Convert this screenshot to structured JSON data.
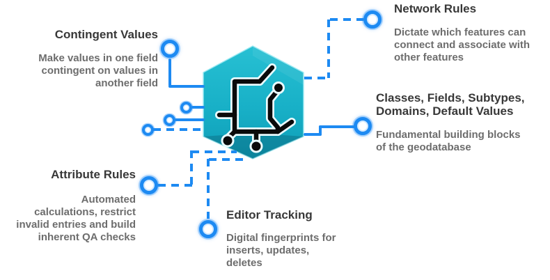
{
  "diagram_title": "Geodatabase capabilities diagram",
  "colors": {
    "accent_blue": "#1d8af2",
    "hexagon_teal_top": "#24bed2",
    "hexagon_teal_bottom": "#0e9db6",
    "hexagon_facet_shadow": "#0d91a9",
    "glyph_black": "#0a0a0a",
    "heading_text": "#383838",
    "body_text": "#6d6d6d"
  },
  "center_icon": "geodatabase-hexagon-icon",
  "callouts": [
    {
      "id": "network-rules",
      "title": "Network Rules",
      "body": "Dictate which features can\nconnect and associate with\nother features"
    },
    {
      "id": "contingent-values",
      "title": "Contingent Values",
      "body": "Make values in one field\ncontingent on values in\nanother field"
    },
    {
      "id": "classes-fields-subtypes",
      "title": "Classes, Fields, Subtypes,\nDomains, Default Values",
      "body": "Fundamental building blocks\nof the geodatabase"
    },
    {
      "id": "attribute-rules",
      "title": "Attribute Rules",
      "body": "Automated\ncalculations, restrict\ninvalid entries and build\ninherent QA checks"
    },
    {
      "id": "editor-tracking",
      "title": "Editor Tracking",
      "body": "Digital fingerprints for\ninserts, updates,\ndeletes"
    }
  ]
}
